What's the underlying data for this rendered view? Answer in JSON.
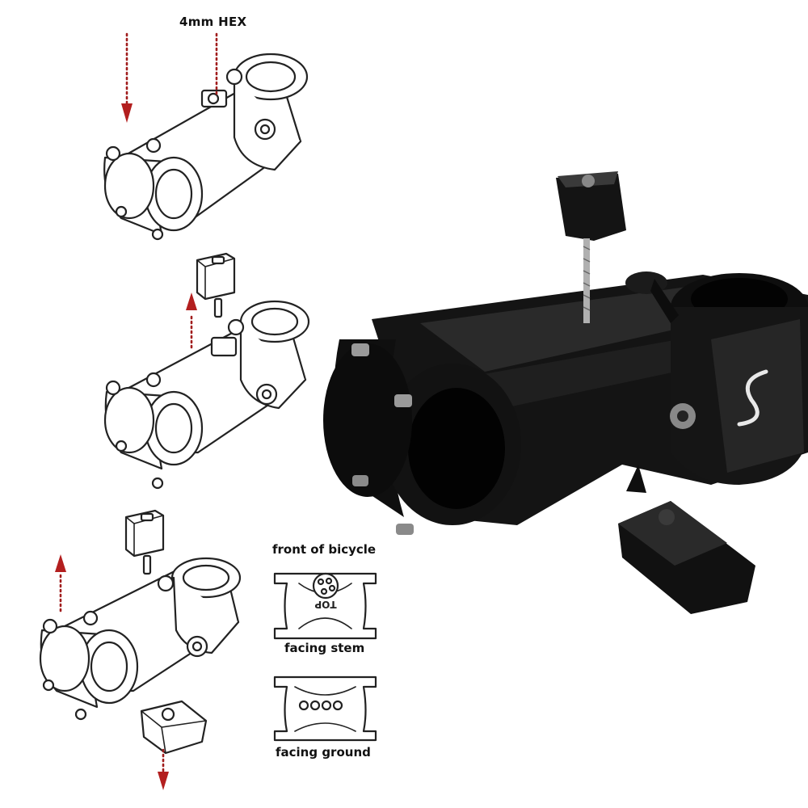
{
  "labels": {
    "hex_tool": "4mm HEX",
    "front": "front of bicycle",
    "facing_stem": "facing stem",
    "facing_ground": "facing ground",
    "insert_top_mark": "TOP"
  },
  "colors": {
    "arrow": "#b31f1f",
    "line_art": "#222222",
    "stem_body": "#111111"
  },
  "icons": [
    "arrow-down-icon",
    "arrow-up-icon",
    "hex-bolt-icon",
    "stem-logo-icon"
  ]
}
